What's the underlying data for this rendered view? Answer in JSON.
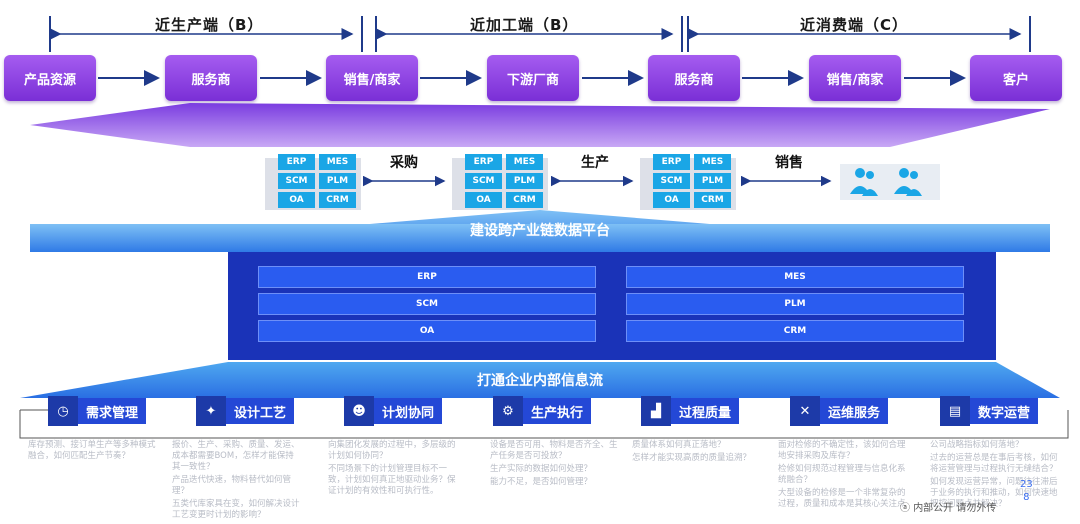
{
  "segments": [
    {
      "label": "近生产端（B）"
    },
    {
      "label": "近加工端（B）"
    },
    {
      "label": "近消费端（C）"
    }
  ],
  "chain_nodes": [
    "产品资源",
    "服务商",
    "销售/商家",
    "下游厂商",
    "服务商",
    "销售/商家",
    "客户"
  ],
  "systems_card": [
    "ERP",
    "MES",
    "SCM",
    "PLM",
    "OA",
    "CRM"
  ],
  "flow_labels": [
    "采购",
    "生产",
    "销售"
  ],
  "platform_title": "建设跨产业链数据平台",
  "platform_cells": [
    "ERP",
    "MES",
    "SCM",
    "PLM",
    "OA",
    "CRM"
  ],
  "internal_title": "打通企业内部信息流",
  "modules": [
    {
      "label": "需求管理",
      "icon": "clock-icon"
    },
    {
      "label": "设计工艺",
      "icon": "handshake-icon"
    },
    {
      "label": "计划协同",
      "icon": "team-icon"
    },
    {
      "label": "生产执行",
      "icon": "machine-icon"
    },
    {
      "label": "过程质量",
      "icon": "factory-icon"
    },
    {
      "label": "运维服务",
      "icon": "tools-icon"
    },
    {
      "label": "数字运营",
      "icon": "register-icon"
    }
  ],
  "descriptions": [
    [
      "库存预测、接订单生产等多种模式融合，如何匹配生产节奏？"
    ],
    [
      "报价、生产、采购、质量、发运、成本都需要BOM，怎样才能保持其一致性？",
      "产品迭代快速，物料替代如何管理？",
      "五类代库家具在变，如何解决设计工艺变更时计划的影响？"
    ],
    [
      "向集团化发展的过程中，多层级的计划如何协同？",
      "不同场景下的计划管理目标不一致，计划如何真正地驱动业务？保证计划的有效性和可执行性。"
    ],
    [
      "设备是否可用、物料是否齐全、生产任务是否可投放？",
      "生产实际的数据如何处理？",
      "能力不足，是否如何管理？"
    ],
    [
      "质量体系如何真正落地？",
      "怎样才能实现高质的质量追溯？"
    ],
    [
      "面对检修的不确定性，该如何合理地安排采购及库存？",
      "检修如何规范过程管理与信息化系统融合？",
      "大型设备的检修是一个非常复杂的过程，质量和成本是其核心关注点"
    ],
    [
      "公司战略指标如何落地？",
      "过去的运营总是在事后考核，如何将运营管理与过程执行无缝结合？",
      "如何发现运营异常，问题往往滞后于业务的执行和推动，如何快速地把控问题点并解决？"
    ]
  ],
  "watermark": "内部公开 请勿外传",
  "page_number": "23\n8"
}
